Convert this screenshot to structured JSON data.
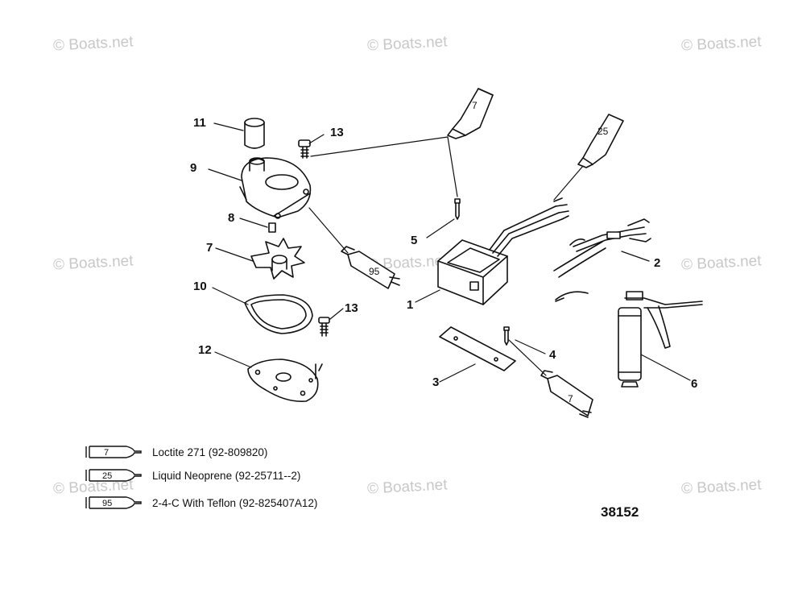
{
  "watermark": "© Boats.net",
  "callouts": {
    "c1": "1",
    "c2": "2",
    "c3": "3",
    "c4": "4",
    "c5": "5",
    "c6": "6",
    "c7": "7",
    "c8": "8",
    "c9": "9",
    "c10": "10",
    "c11": "11",
    "c12": "12",
    "c13a": "13",
    "c13b": "13"
  },
  "tube_labels": {
    "tube_top_7": "7",
    "tube_top_25": "25",
    "tube_mid_95": "95",
    "tube_bottom_7": "7"
  },
  "legend": [
    {
      "code": "7",
      "text": "Loctite 271 (92-809820)"
    },
    {
      "code": "25",
      "text": "Liquid Neoprene (92-25711--2)"
    },
    {
      "code": "95",
      "text": "2-4-C  With Teflon (92-825407A12)"
    }
  ],
  "drawing_number": "38152",
  "colors": {
    "line": "#111111",
    "watermark": "#c8c8c8",
    "background": "#ffffff"
  }
}
